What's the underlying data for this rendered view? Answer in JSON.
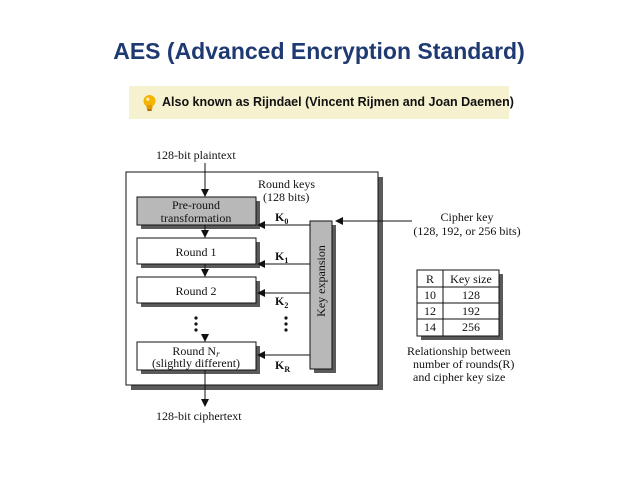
{
  "slide": {
    "title": "AES (Advanced Encryption Standard)",
    "note": {
      "icon": "lightbulb-icon",
      "text": "Also known as Rijndael (Vincent Rijmen and Joan Daemen)"
    }
  },
  "diagram": {
    "input_label": "128-bit plaintext",
    "output_label": "128-bit ciphertext",
    "round_keys_label_1": "Round keys",
    "round_keys_label_2": "(128 bits)",
    "pre_round_line_1": "Pre-round",
    "pre_round_line_2": "transformation",
    "round_1": "Round 1",
    "round_2": "Round 2",
    "round_last_line_1": "Round N",
    "round_last_sub": "r",
    "round_last_line_2": "(slightly different)",
    "key_expansion": "Key expansion",
    "keys": [
      {
        "k": "K",
        "sub": "0"
      },
      {
        "k": "K",
        "sub": "1"
      },
      {
        "k": "K",
        "sub": "2"
      },
      {
        "k": "K",
        "sub": "R"
      }
    ],
    "cipher_key_line_1": "Cipher key",
    "cipher_key_line_2": "(128, 192, or 256 bits)",
    "table": {
      "headers": [
        "R",
        "Key size"
      ],
      "rows": [
        [
          "10",
          "128"
        ],
        [
          "12",
          "192"
        ],
        [
          "14",
          "256"
        ]
      ]
    },
    "caption_line_1": "Relationship between",
    "caption_line_2": "number of rounds(R)",
    "caption_line_3": "and cipher key size"
  },
  "colors": {
    "title": "#1f3a72",
    "note_bg": "#f6f2cf",
    "box_gray": "#b8b8b8",
    "shadow": "#5a5a5a"
  }
}
